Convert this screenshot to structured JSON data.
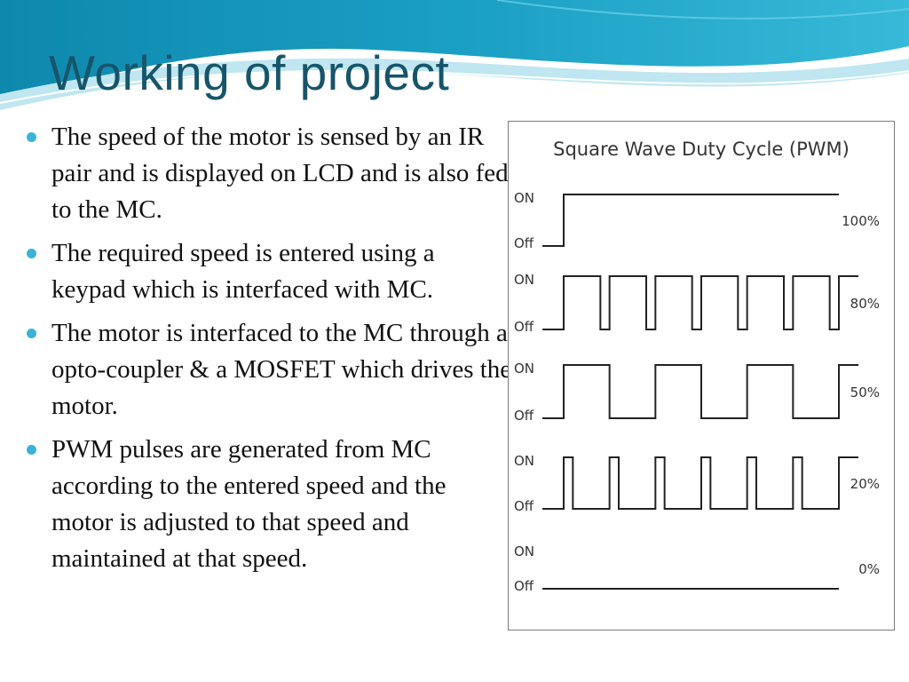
{
  "slide": {
    "title": "Working of project",
    "bullets": [
      "The speed of the motor is sensed by an IR pair and is displayed on LCD and is also fed to the MC.",
      "The required speed is entered using a keypad which is interfaced with MC.",
      "The motor is interfaced to the MC through a opto-coupler & a MOSFET which drives the motor.",
      "PWM pulses are generated from MC according to the entered speed and the motor is adjusted to that speed and maintained at that speed."
    ]
  },
  "diagram": {
    "title": "Square Wave Duty Cycle (PWM)",
    "on_label": "ON",
    "off_label": "Off",
    "rows": [
      {
        "label": "100%",
        "duty": 1.0
      },
      {
        "label": "80%",
        "duty": 0.8
      },
      {
        "label": "50%",
        "duty": 0.5
      },
      {
        "label": "20%",
        "duty": 0.2
      },
      {
        "label": "0%",
        "duty": 0.0
      }
    ]
  }
}
